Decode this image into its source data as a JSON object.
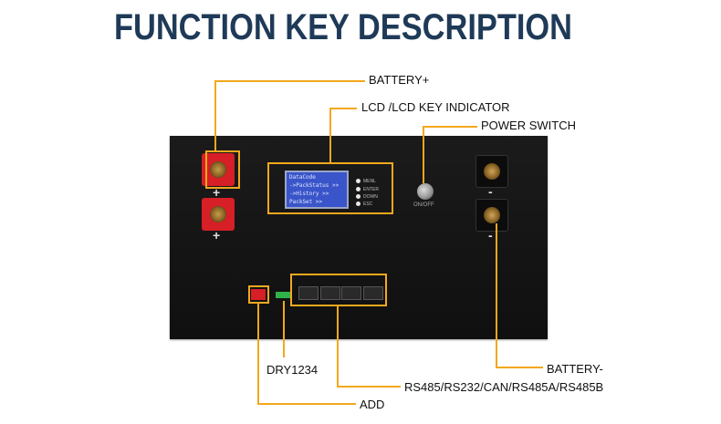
{
  "title": "FUNCTION KEY DESCRIPTION",
  "labels": {
    "battery_plus": "BATTERY+",
    "lcd": "LCD /LCD KEY INDICATOR",
    "power_switch": "POWER SWITCH",
    "battery_minus": "BATTERY-",
    "dry": "DRY1234",
    "comm": "RS485/RS232/CAN/RS485A/RS485B",
    "add": "ADD"
  },
  "lcd_screen": {
    "lines": [
      "DataCode",
      "->PackStatus >>",
      "  ->History >>",
      "  PackSet  >>"
    ]
  },
  "indicators": [
    "MENL",
    "ENTER",
    "DOWN",
    "ESC"
  ],
  "terminal_signs": {
    "plus": "+",
    "minus": "-"
  },
  "switch_label": "ON/OFF",
  "colors": {
    "callout": "#f2a81d",
    "title": "#1f3a58",
    "terminal_pos": "#d61f26"
  }
}
